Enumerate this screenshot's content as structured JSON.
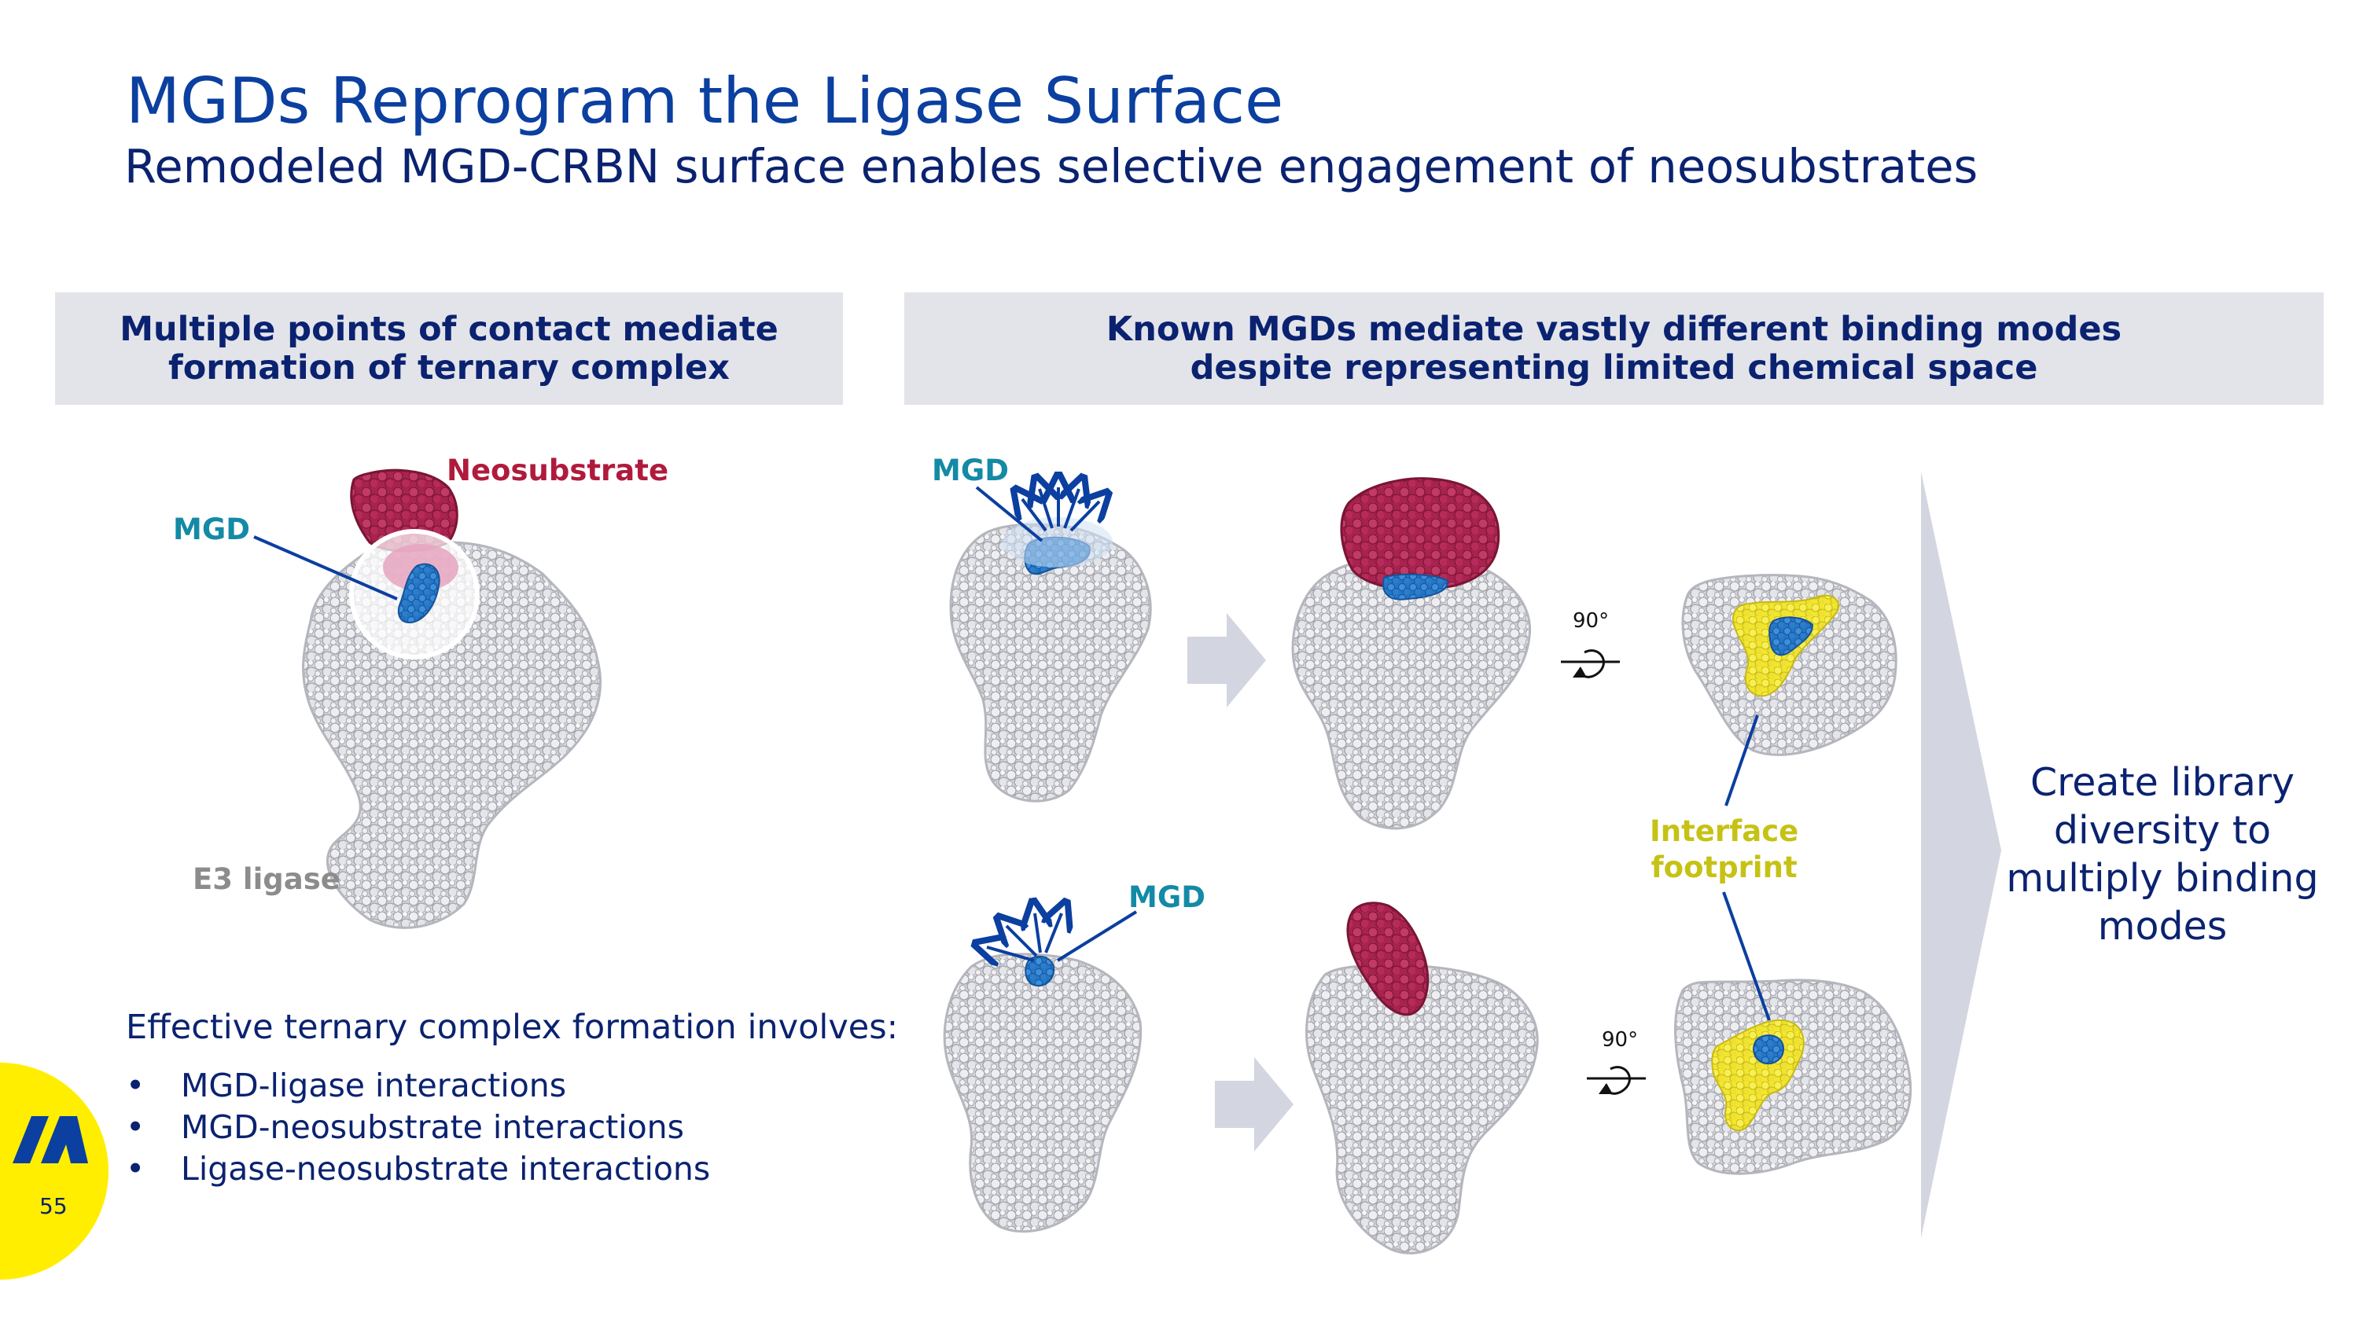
{
  "title": "MGDs Reprogram the Ligase Surface",
  "subtitle": "Remodeled MGD-CRBN surface enables selective engagement of neosubstrates",
  "left_panel": {
    "header_line1": "Multiple points of contact mediate",
    "header_line2": "formation of ternary complex",
    "label_neosubstrate": "Neosubstrate",
    "label_mgd": "MGD",
    "label_e3": "E3 ligase",
    "effective_text": "Effective ternary complex formation involves:",
    "bullets": [
      "MGD-ligase interactions",
      "MGD-neosubstrate interactions",
      "Ligase-neosubstrate interactions"
    ]
  },
  "right_panel": {
    "header_line1": "Known MGDs mediate vastly different binding modes",
    "header_line2": "despite representing limited chemical space",
    "label_mgd_top": "MGD",
    "label_mgd_bottom": "MGD",
    "rotation_top": "90°",
    "rotation_bottom": "90°",
    "interface_line1": "Interface",
    "interface_line2": "footprint",
    "conclusion": "Create library diversity to multiply binding modes"
  },
  "footer": {
    "page_number": "55"
  },
  "colors": {
    "title_blue": "#0b3fa0",
    "navy": "#0a2270",
    "teal": "#138aa6",
    "crimson": "#b01a3c",
    "neosubstrate_fill": "#a8234f",
    "mgd_blue": "#2576c4",
    "footprint_yellow": "#f2e62e",
    "protein_grey": "#d4d5da",
    "header_grey": "#e3e4ea",
    "logo_yellow": "#ffee00"
  }
}
